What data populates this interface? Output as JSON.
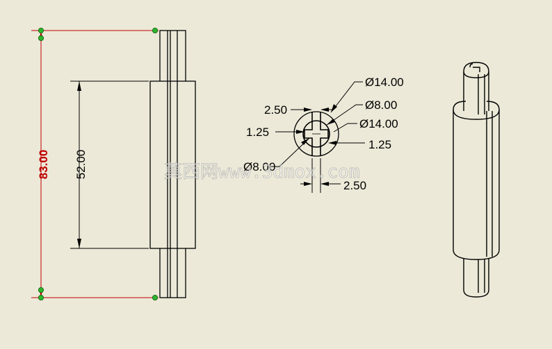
{
  "drawing": {
    "background": "#ece9d8",
    "highlight_color": "#c00000",
    "point_color": "#2db52d",
    "dimensions": {
      "overall_length": "83.00",
      "sleeve_length": "52.00",
      "outer_dia_1": "Ø14.00",
      "inner_dia_1": "Ø8.00",
      "outer_dia_2": "Ø14.00",
      "inner_dia_2": "Ø8.00",
      "slot_width_top": "2.50",
      "slot_width_bottom": "2.50",
      "slot_depth_left": "1.25",
      "slot_depth_right": "1.25"
    },
    "watermark": "莫西网www.3dmox.com"
  }
}
